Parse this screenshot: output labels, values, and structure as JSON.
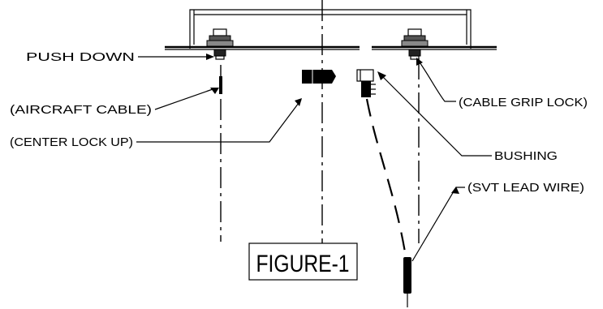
{
  "diagram": {
    "labels": {
      "push_down": "PUSH DOWN",
      "aircraft_cable": "(AIRCRAFT CABLE)",
      "center_lock_up": "(CENTER LOCK UP)",
      "cable_grip_lock": "(CABLE GRIP LOCK)",
      "bushing": "BUSHING",
      "svt_lead_wire": "(SVT LEAD WIRE)",
      "figure": "FIGURE-1"
    },
    "colors": {
      "ink": "#000000",
      "paper": "#ffffff"
    }
  }
}
